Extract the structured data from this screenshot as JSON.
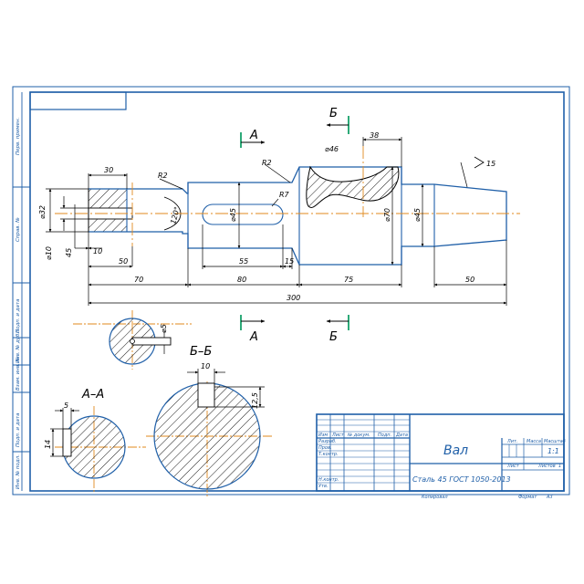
{
  "colors": {
    "part_outline": "#1f5fa8",
    "frame": "#1f5fa8",
    "axis_line": "#e08a1e",
    "dimension": "#000000",
    "hatch": "#000000",
    "section_mark": "#16a06a"
  },
  "section_marks": {
    "a": "А",
    "b": "Б"
  },
  "section_titles": {
    "aa": "А–А",
    "bb": "Б–Б"
  },
  "dimensions": {
    "top_30": "30",
    "top_38": "38",
    "dia_46": "⌀46",
    "radius_left": "R2",
    "radius_mid": "R2",
    "radius_slot": "R7",
    "roughness": "15",
    "dia_32": "⌀32",
    "dia_10": "⌀10",
    "dim_45_left": "45",
    "dim_10": "10",
    "angle_120": "120°",
    "dia_45_slot": "⌀45",
    "dia_70": "⌀70",
    "dia_45_right": "⌀45",
    "len_50_left": "50",
    "len_55": "55",
    "len_15": "15",
    "len_70": "70",
    "len_80": "80",
    "len_75": "75",
    "len_50_right": "50",
    "total_300": "300",
    "small_section_dia5": "⌀5",
    "aa_key_5": "5",
    "aa_key_14": "14",
    "bb_key_10": "10",
    "bb_key_125": "12,5"
  },
  "margin_column": {
    "labels": [
      "Перв. примен.",
      "Справ. №",
      "Подп. и дата",
      "Инв. № дубл.",
      "Взам. инв. №",
      "Подп. и дата",
      "Инв. № подл."
    ]
  },
  "title_block": {
    "part_name": "Вал",
    "material": "Сталь 45  ГОСТ 1050-2013",
    "col_izm": "Изм",
    "col_list": "Лист",
    "col_doc": "№ докум.",
    "col_sign": "Подп.",
    "col_date": "Дата",
    "row_razrab": "Разраб.",
    "row_prov": "Пров.",
    "row_tkontr": "Т.контр.",
    "row_nkontr": "Н.контр.",
    "row_utv": "Утв.",
    "hdr_lit": "Лит.",
    "hdr_massa": "Масса",
    "hdr_masshtab": "Масштаб",
    "scale_value": "1:1",
    "list_label": "Лист",
    "listov_label": "Листов",
    "listov_value": "1",
    "kopiroval": "Копировал",
    "format_label": "Формат",
    "format_value": "A3"
  }
}
